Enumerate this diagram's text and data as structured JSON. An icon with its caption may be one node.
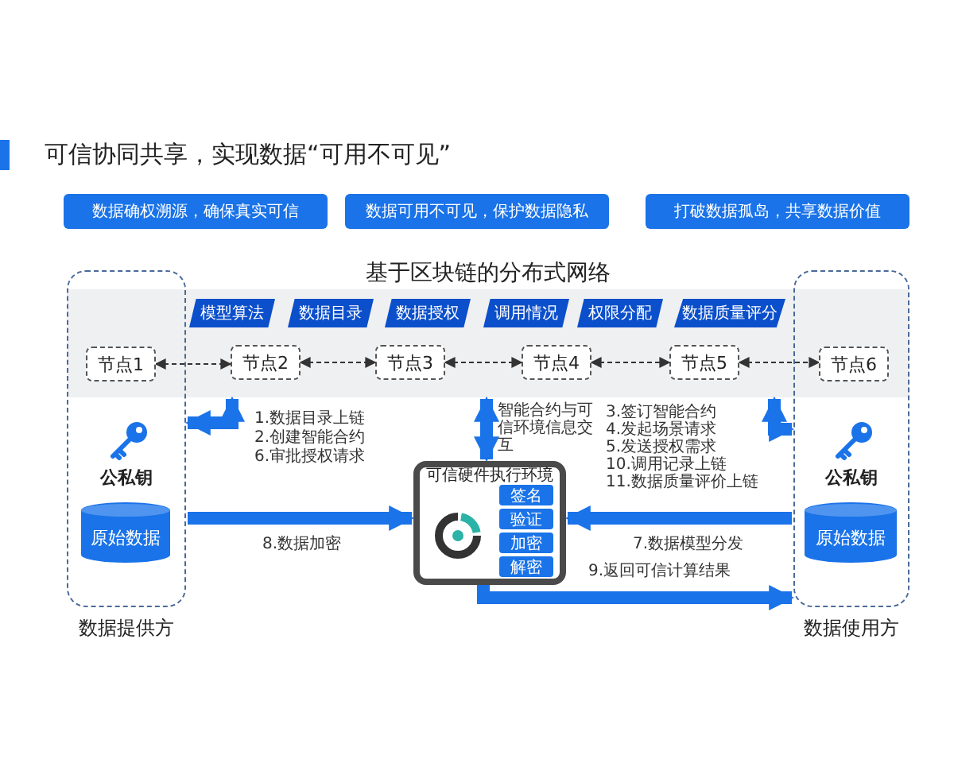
{
  "diagram": {
    "title": "可信协同共享，实现数据“可用不可见”",
    "nodes": [
      {
        "text": [
          "数据确权溯源，确保真实可信"
        ]
      },
      {
        "text": [
          "数据可用不可见，保护数据隐私"
        ]
      },
      {
        "text": [
          "打破数据孤岛，共享数据价值"
        ]
      },
      {
        "text": [
          "基于区块链的分布式网络"
        ]
      },
      {
        "text": [
          "模型算法"
        ],
        "in": 3
      },
      {
        "text": [
          "数据目录"
        ],
        "in": 3
      },
      {
        "text": [
          "数据授权"
        ],
        "in": 3
      },
      {
        "text": [
          "调用情况"
        ],
        "in": 3
      },
      {
        "text": [
          "权限分配"
        ],
        "in": 3
      },
      {
        "text": [
          "数据质量评分"
        ],
        "in": 3
      },
      {
        "text": [
          "节点1"
        ]
      },
      {
        "text": [
          "节点2"
        ],
        "in": 3
      },
      {
        "text": [
          "节点3"
        ],
        "in": 3
      },
      {
        "text": [
          "节点4"
        ],
        "in": 3
      },
      {
        "text": [
          "节点5"
        ],
        "in": 3
      },
      {
        "text": [
          "节点6"
        ]
      },
      {
        "text": [
          "数据提供方"
        ]
      },
      {
        "text": [
          "原始数据"
        ],
        "in": 16
      },
      {
        "text": [
          "数据使用方"
        ]
      },
      {
        "text": [
          "原始数据"
        ],
        "in": 18
      },
      {
        "text": [
          "可信硬件执行环境"
        ]
      },
      {
        "text": [
          "签名"
        ],
        "in": 20
      },
      {
        "text": [
          "验证"
        ],
        "in": 20
      },
      {
        "text": [
          "加密"
        ],
        "in": 20
      },
      {
        "text": [
          "解密"
        ],
        "in": 20
      }
    ],
    "edges": [
      {
        "from": 10,
        "to": 11,
        "arrow": "both",
        "style": "dashed",
        "color": "#333333"
      },
      {
        "from": 11,
        "to": 12,
        "arrow": "both",
        "style": "dashed",
        "color": "#333333"
      },
      {
        "from": 12,
        "to": 13,
        "arrow": "both",
        "style": "dashed",
        "color": "#333333"
      },
      {
        "from": 13,
        "to": 14,
        "arrow": "both",
        "style": "dashed",
        "color": "#333333"
      },
      {
        "from": 14,
        "to": 15,
        "arrow": "both",
        "style": "dashed",
        "color": "#333333"
      },
      {
        "from": 16,
        "to": 3,
        "arrow": "both",
        "label": "1.数据目录上链 2.创建智能合约 6.审批授权请求"
      },
      {
        "from": 3,
        "to": 20,
        "arrow": "both",
        "label": "智能合约与可信环境信息交互"
      },
      {
        "from": 3,
        "to": 18,
        "arrow": "both",
        "label": "3.签订智能合约 4.发起场景请求 5.发送授权需求 10.调用记录上链 11.数据质量评价上链"
      },
      {
        "from": 16,
        "to": 20,
        "arrow": "to",
        "label": "8.数据加密"
      },
      {
        "from": 18,
        "to": 20,
        "arrow": "to",
        "label": "7.数据模型分发"
      },
      {
        "from": 20,
        "to": 18,
        "arrow": "to",
        "label": "9.返回可信计算结果"
      }
    ],
    "labels": [
      "公私钥",
      "公私钥"
    ]
  }
}
